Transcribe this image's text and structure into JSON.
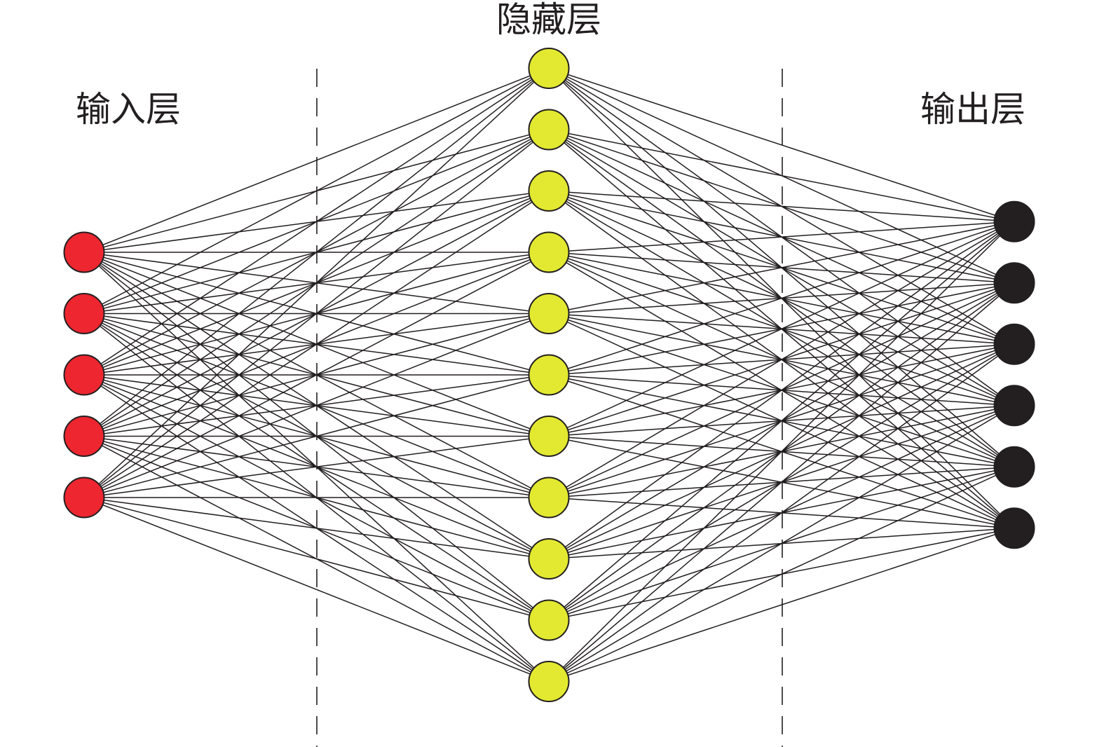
{
  "labels": {
    "input_layer": "输入层",
    "hidden_layer": "隐藏层",
    "output_layer": "输出层"
  },
  "layers": [
    {
      "name": "input",
      "node_count": 5,
      "color": "#ed2630"
    },
    {
      "name": "hidden",
      "node_count": 11,
      "color": "#e3e930"
    },
    {
      "name": "output",
      "node_count": 6,
      "color": "#231f20"
    }
  ],
  "connectivity": "fully-connected",
  "edge_color": "#231f20"
}
